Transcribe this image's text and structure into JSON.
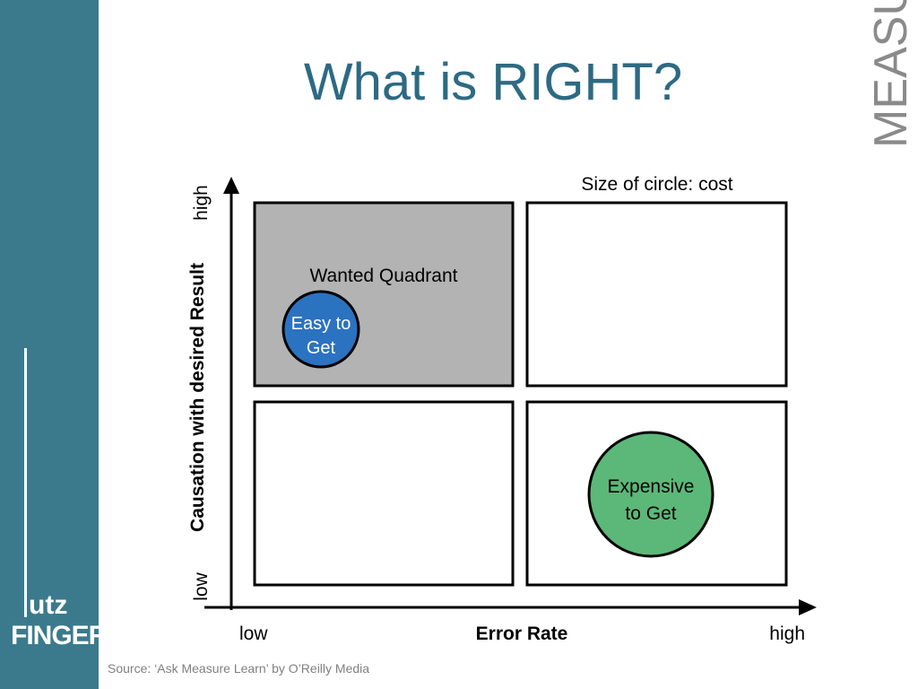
{
  "slide": {
    "title": "What is RIGHT?",
    "side_word": "MEASU",
    "source": "Source: ‘Ask Measure Learn’ by O’Reilly Media"
  },
  "logo": {
    "line1": "utz",
    "line2": "FINGER"
  },
  "diagram": {
    "note": "Size of circle: cost",
    "y_axis": {
      "label": "Causation with desired Result",
      "high": "high",
      "low": "low"
    },
    "x_axis": {
      "label": "Error Rate",
      "low": "low",
      "high": "high"
    },
    "quadrants": {
      "top_left": {
        "label": "Wanted Quadrant",
        "fill": "#b3b3b3"
      },
      "top_right": {
        "fill": "#ffffff"
      },
      "bottom_left": {
        "fill": "#ffffff"
      },
      "bottom_right": {
        "fill": "#ffffff"
      }
    },
    "circles": {
      "easy": {
        "line1": "Easy to",
        "line2": "Get",
        "fill": "#2b72c1"
      },
      "expensive": {
        "line1": "Expensive",
        "line2": "to Get",
        "fill": "#5cb878"
      }
    }
  },
  "colors": {
    "sidebar": "#3b7a8c",
    "title": "#2d6a84"
  }
}
